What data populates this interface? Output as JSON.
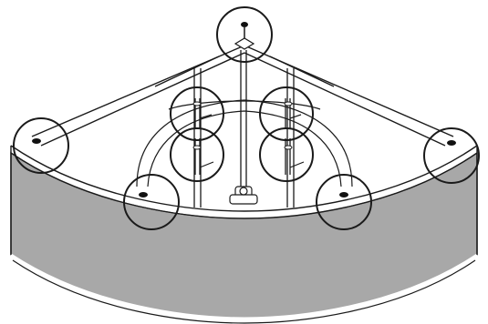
{
  "diagram": {
    "subject": "corner-shower-tray-underside-assembly",
    "callouts": [
      {
        "id": "top-corner-foot"
      },
      {
        "id": "left-corner-foot"
      },
      {
        "id": "right-corner-foot"
      },
      {
        "id": "front-left-foot"
      },
      {
        "id": "front-right-foot"
      },
      {
        "id": "inner-left-upper-leg"
      },
      {
        "id": "inner-right-upper-leg"
      },
      {
        "id": "inner-left-lower-leg"
      },
      {
        "id": "inner-right-lower-leg"
      }
    ],
    "colors": {
      "stroke": "#1a1a1a",
      "apron_fill": "#a8a8a8",
      "apron_shadow": "#8f8f8f",
      "background": "#ffffff",
      "foot_pad": "#111111"
    }
  }
}
